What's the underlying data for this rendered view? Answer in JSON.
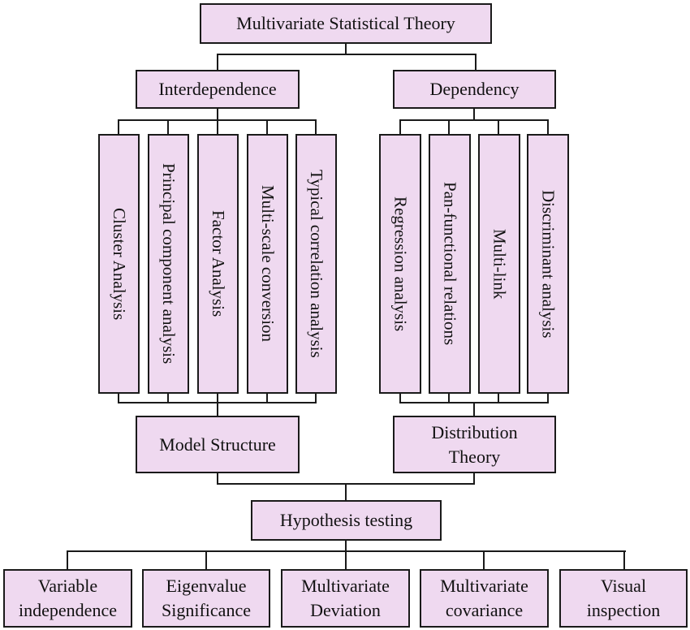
{
  "diagram": {
    "root": "Multivariate Statistical Theory",
    "branches": [
      {
        "label": "Interdependence",
        "methods": [
          "Cluster Analysis",
          "Principal component analysis",
          "Factor Analysis",
          "Multi-scale conversion",
          "Typical correlation analysis"
        ],
        "outcome": "Model Structure"
      },
      {
        "label": "Dependency",
        "methods": [
          "Regression analysis",
          "Pan-functional relations",
          "Multi-link",
          "Discriminant analysis"
        ],
        "outcome": "Distribution Theory"
      }
    ],
    "convergence": "Hypothesis testing",
    "tests": [
      "Variable independence",
      "Eigenvalue Significance",
      "Multivariate Deviation",
      "Multivariate covariance",
      "Visual inspection"
    ],
    "colors": {
      "box_fill": "#efd9f0",
      "border": "#1a1a1a"
    }
  }
}
